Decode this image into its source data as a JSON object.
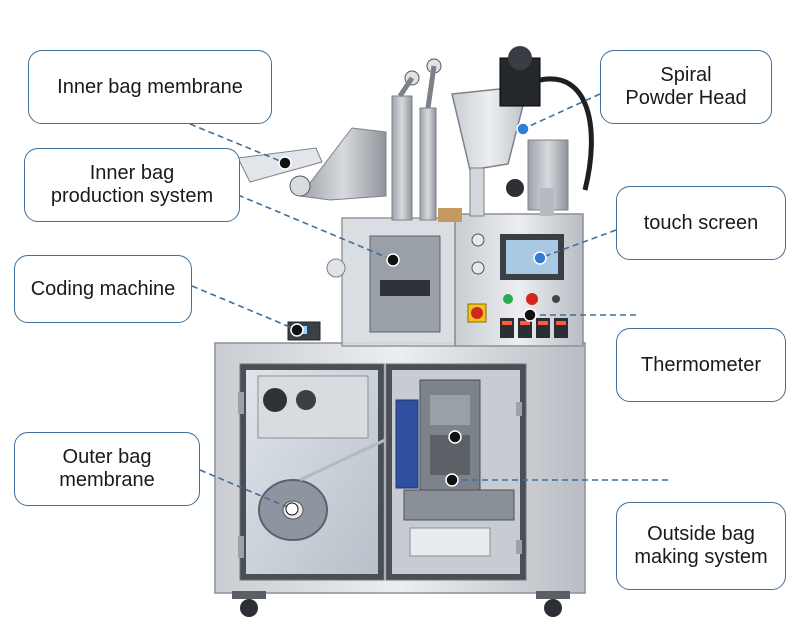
{
  "callouts": {
    "inner_bag_membrane": "Inner bag membrane",
    "inner_bag_production_system": "Inner bag\nproduction system",
    "coding_machine": "Coding machine",
    "outer_bag_membrane": "Outer bag\nmembrane",
    "spiral_powder_head": "Spiral\nPowder Head",
    "touch_screen": "touch screen",
    "thermometer": "Thermometer",
    "outside_bag_making_system": "Outside bag\nmaking system"
  },
  "colors": {
    "leader_line": "#3f6f9a",
    "callout_border": "#3f6f9a",
    "marker_dot": "#111111"
  }
}
